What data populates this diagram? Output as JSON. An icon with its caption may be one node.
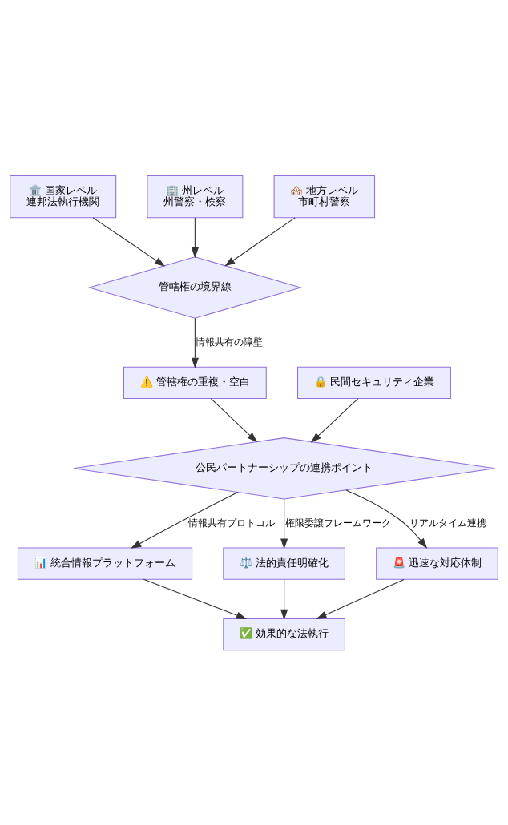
{
  "diagram": {
    "nodes": [
      {
        "text": [
          "🏛️ 国家レベル",
          "連邦法執行機関"
        ]
      },
      {
        "text": [
          "🏢 州レベル",
          "州警察・検察"
        ]
      },
      {
        "text": [
          "🏘️ 地方レベル",
          "市町村警察"
        ]
      },
      {
        "text": [
          "管轄権の境界線"
        ]
      },
      {
        "text": [
          "🔒 民間セキュリティ企業"
        ]
      },
      {
        "text": [
          "⚠️ 管轄権の重複・空白"
        ]
      },
      {
        "text": [
          "公民パートナーシップの連携ポイント"
        ]
      },
      {
        "text": [
          "📊 統合情報プラットフォーム"
        ]
      },
      {
        "text": [
          "⚖️ 法的責任明確化"
        ]
      },
      {
        "text": [
          "🚨 迅速な対応体制"
        ]
      },
      {
        "text": [
          "✅ 効果的な法執行"
        ]
      }
    ],
    "edges": [
      {
        "from": 0,
        "to": 3,
        "arrow": "to"
      },
      {
        "from": 1,
        "to": 3,
        "arrow": "to"
      },
      {
        "from": 2,
        "to": 3,
        "arrow": "to"
      },
      {
        "from": 3,
        "to": 5,
        "arrow": "to",
        "label": "情報共有の障壁"
      },
      {
        "from": 4,
        "to": 6,
        "arrow": "to"
      },
      {
        "from": 5,
        "to": 6,
        "arrow": "to"
      },
      {
        "from": 6,
        "to": 7,
        "arrow": "to",
        "label": "情報共有プロトコル"
      },
      {
        "from": 6,
        "to": 8,
        "arrow": "to",
        "label": "権限委譲フレームワーク"
      },
      {
        "from": 6,
        "to": 9,
        "arrow": "to",
        "label": "リアルタイム連携"
      },
      {
        "from": 7,
        "to": 10,
        "arrow": "to"
      },
      {
        "from": 8,
        "to": 10,
        "arrow": "to"
      },
      {
        "from": 9,
        "to": 10,
        "arrow": "to"
      }
    ]
  }
}
